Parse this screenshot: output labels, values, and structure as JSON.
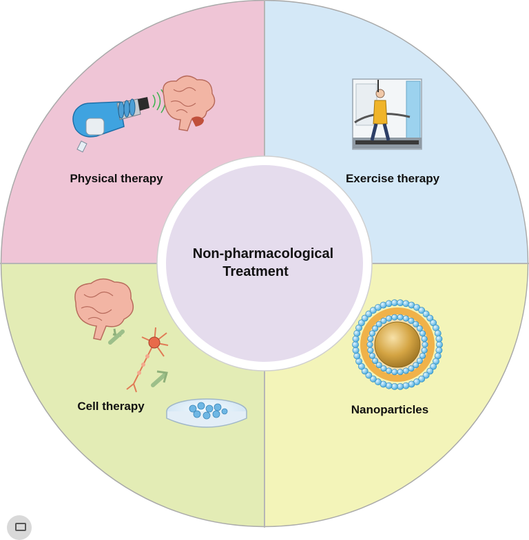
{
  "center": {
    "line1": "Non-pharmacological",
    "line2": "Treatment"
  },
  "quadrants": {
    "physical": {
      "label": "Physical therapy",
      "color": "#efc5d6",
      "icon": "shockwave-device-brain-icon"
    },
    "exercise": {
      "label": "Exercise therapy",
      "color": "#d4e8f7",
      "icon": "treadmill-walker-icon"
    },
    "cell": {
      "label": "Cell therapy",
      "color": "#e3ecb5",
      "icon": "brain-neuron-petri-dish-icon"
    },
    "nano": {
      "label": "Nanoparticles",
      "color": "#f3f4b9",
      "icon": "nanoparticle-liposome-icon"
    }
  },
  "colors": {
    "center_fill": "#e5dced",
    "divider": "#b5b5b5",
    "outline": "#a9a9a9"
  }
}
